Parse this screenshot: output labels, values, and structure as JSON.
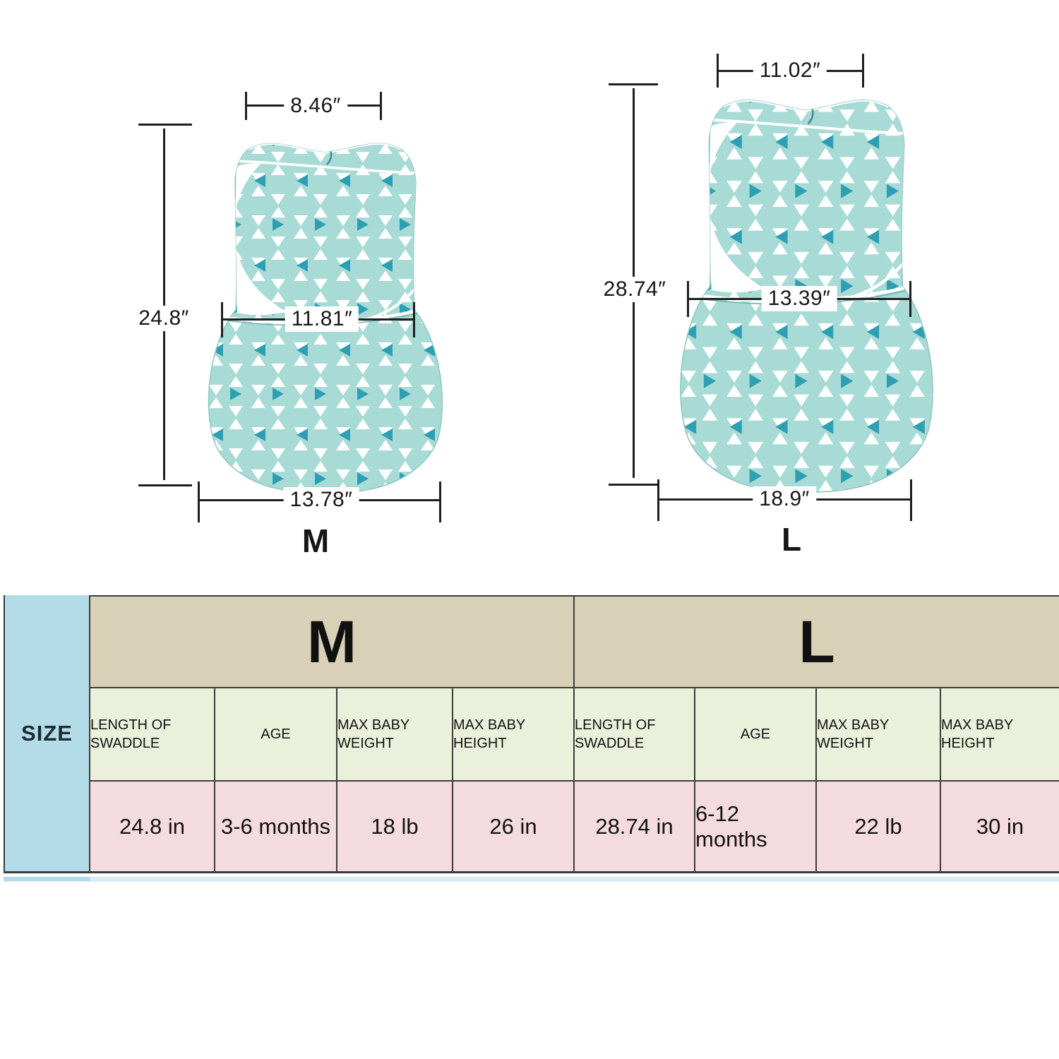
{
  "figures": [
    {
      "label": "M",
      "top_width": "8.46″",
      "height": "24.8″",
      "mid_width": "11.81″",
      "bottom_width": "13.78″"
    },
    {
      "label": "L",
      "top_width": "11.02″",
      "height": "28.74″",
      "mid_width": "13.39″",
      "bottom_width": "18.9″"
    }
  ],
  "table": {
    "corner": "SIZE",
    "groups": [
      {
        "label": "M",
        "headers": [
          "LENGTH OF SWADDLE",
          "AGE",
          "MAX BABY WEIGHT",
          "MAX BABY HEIGHT"
        ],
        "values": [
          "24.8 in",
          "3-6 months",
          "18 lb",
          "26 in"
        ]
      },
      {
        "label": "L",
        "headers": [
          "LENGTH OF SWADDLE",
          "AGE",
          "MAX BABY WEIGHT",
          "MAX BABY HEIGHT"
        ],
        "values": [
          "28.74 in",
          "6-12 months",
          "22 lb",
          "30 in"
        ]
      }
    ]
  },
  "colors": {
    "table_size_bg": "#b3dce8",
    "table_group_bg": "#d8d1b8",
    "table_subheader_bg": "#eaf0da",
    "table_data_bg": "#f4dbdf",
    "table_border": "#3c3c3c",
    "fabric_teal": "#a9dbd6",
    "fabric_accent_teal": "#2e9fb3",
    "dimension_line": "#1f1f1f",
    "bottom_strip": "#d9ecf1"
  }
}
